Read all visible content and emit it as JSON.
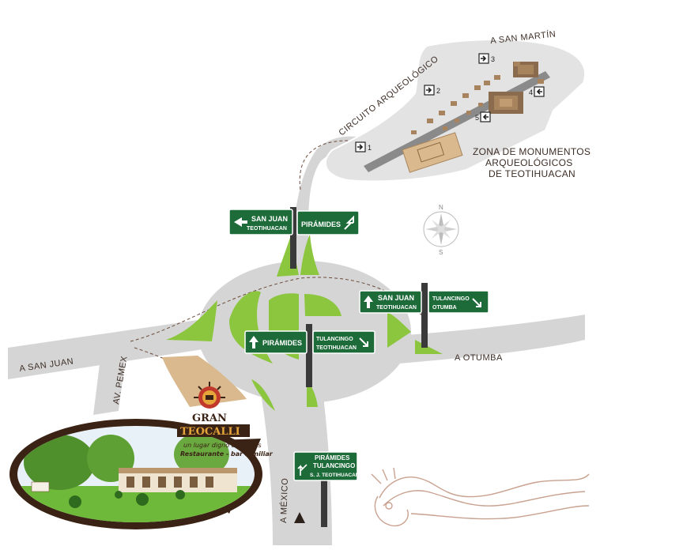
{
  "labels": {
    "a_san_martin": "A SAN MARTÍN",
    "circuito": "CIRCUITO ARQUEOLÓGICO",
    "zone_line1": "ZONA DE MONUMENTOS",
    "zone_line2": "ARQUEOLÓGICOS",
    "zone_line3": "DE TEOTIHUACAN",
    "a_san_juan": "A SAN JUAN",
    "av_pemex": "AV. PEMEX",
    "a_otumba": "A OTUMBA",
    "a_mexico": "A MÉXICO"
  },
  "entrances": [
    "1",
    "2",
    "3",
    "4",
    "5"
  ],
  "compass": {
    "north": "N",
    "south": "S"
  },
  "signs": {
    "top": {
      "left_line1": "SAN JUAN",
      "left_line2": "TEOTIHUACAN",
      "right": "PIRÁMIDES"
    },
    "right": {
      "left_line1": "SAN JUAN",
      "left_line2": "TEOTIHUACAN",
      "right_line1": "TULANCINGO",
      "right_line2": "OTUMBA"
    },
    "center": {
      "left": "PIRÁMIDES",
      "right_line1": "TULANCINGO",
      "right_line2": "TEOTIHUACAN"
    },
    "bottom": {
      "line1": "PIRÁMIDES",
      "line2": "TULANCINGO",
      "line3": "S. J. TEOTIHUACAN"
    }
  },
  "restaurant": {
    "name_line1": "GRAN",
    "name_line2": "TEOCALLI",
    "tagline": "un lugar digno de dioses",
    "subtitle": "Restaurante - bar familiar"
  },
  "colors": {
    "road": "#d5d5d5",
    "road_edge": "#eeeeee",
    "grass": "#8cc63f",
    "sign": "#1e6b3a",
    "earth": "#d9b98d",
    "zone": "#e3e3e3",
    "dark": "#3d2e26"
  }
}
